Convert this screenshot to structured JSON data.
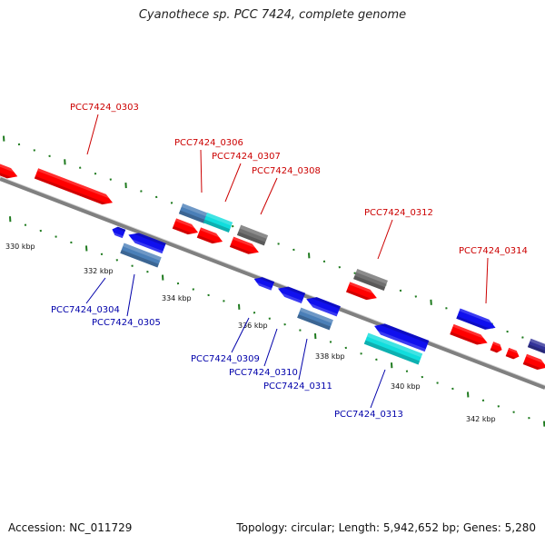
{
  "title": "Cyanothece sp. PCC 7424, complete genome",
  "accession_text": "Accession: NC_011729",
  "topology_text": "Topology: circular; Length: 5,942,652 bp; Genes: 5,280",
  "colors": {
    "backbone": "#808080",
    "tick": "#1e7a1e",
    "forward_label": "#cc0000",
    "reverse_label": "#0000aa",
    "red": "#ff0000",
    "blue": "#1010ee",
    "steelblue": "#4a7fb8",
    "cyan": "#11dddd",
    "gray": "#707070"
  },
  "scale": {
    "tick_labels": [
      "330 kbp",
      "332 kbp",
      "334 kbp",
      "336 kbp",
      "338 kbp",
      "340 kbp",
      "342 kbp"
    ]
  },
  "genes": [
    {
      "id": "g0303",
      "label": "PCC7424_0303",
      "strand": "forward",
      "color": "red"
    },
    {
      "id": "g0306",
      "label": "PCC7424_0306",
      "strand": "forward",
      "color": "steelblue"
    },
    {
      "id": "g0307",
      "label": "PCC7424_0307",
      "strand": "forward",
      "color": "cyan"
    },
    {
      "id": "g0308",
      "label": "PCC7424_0308",
      "strand": "forward",
      "color": "gray"
    },
    {
      "id": "g0312",
      "label": "PCC7424_0312",
      "strand": "forward",
      "color": "gray"
    },
    {
      "id": "g0314",
      "label": "PCC7424_0314",
      "strand": "forward",
      "color": "blue"
    },
    {
      "id": "g0304",
      "label": "PCC7424_0304",
      "strand": "reverse",
      "color": "blue"
    },
    {
      "id": "g0305",
      "label": "PCC7424_0305",
      "strand": "reverse",
      "color": "steelblue"
    },
    {
      "id": "g0309",
      "label": "PCC7424_0309",
      "strand": "reverse",
      "color": "blue"
    },
    {
      "id": "g0310",
      "label": "PCC7424_0310",
      "strand": "reverse",
      "color": "blue"
    },
    {
      "id": "g0311",
      "label": "PCC7424_0311",
      "strand": "reverse",
      "color": "steelblue"
    },
    {
      "id": "g0313",
      "label": "PCC7424_0313",
      "strand": "reverse",
      "color": "cyan"
    }
  ]
}
